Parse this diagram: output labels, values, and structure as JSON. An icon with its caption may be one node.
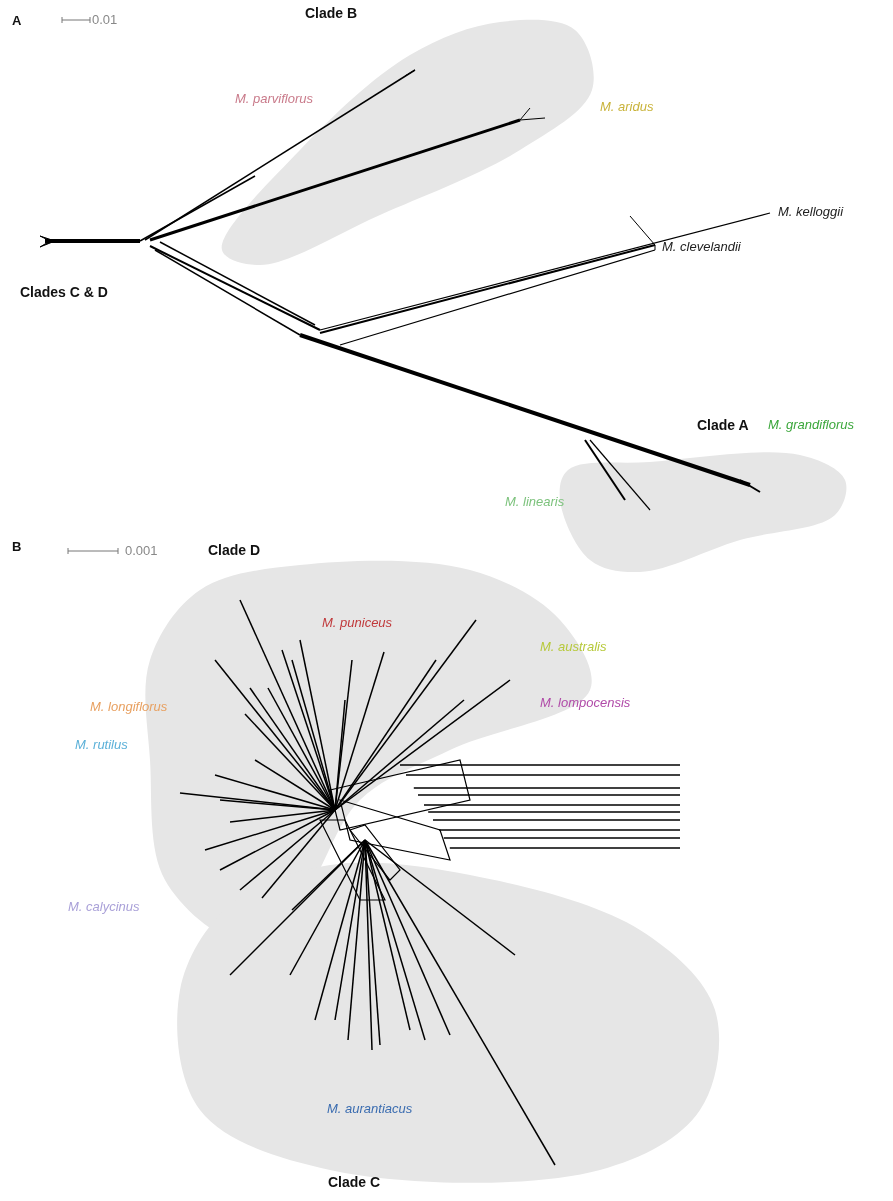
{
  "diagram": {
    "labels": [
      "A",
      "0.01",
      "Clade B",
      "M. parviflorus",
      "M. aridus",
      "M. kelloggii",
      "M. clevelandii",
      "Clades C & D",
      "Clade A",
      "M. grandiflorus",
      "M. linearis",
      "B",
      "0.001",
      "Clade D",
      "M. puniceus",
      "M. australis",
      "M. longiflorus",
      "M. lompocensis",
      "M. rutilus",
      "M. calycinus",
      "M. aurantiacus",
      "Clade C"
    ]
  }
}
